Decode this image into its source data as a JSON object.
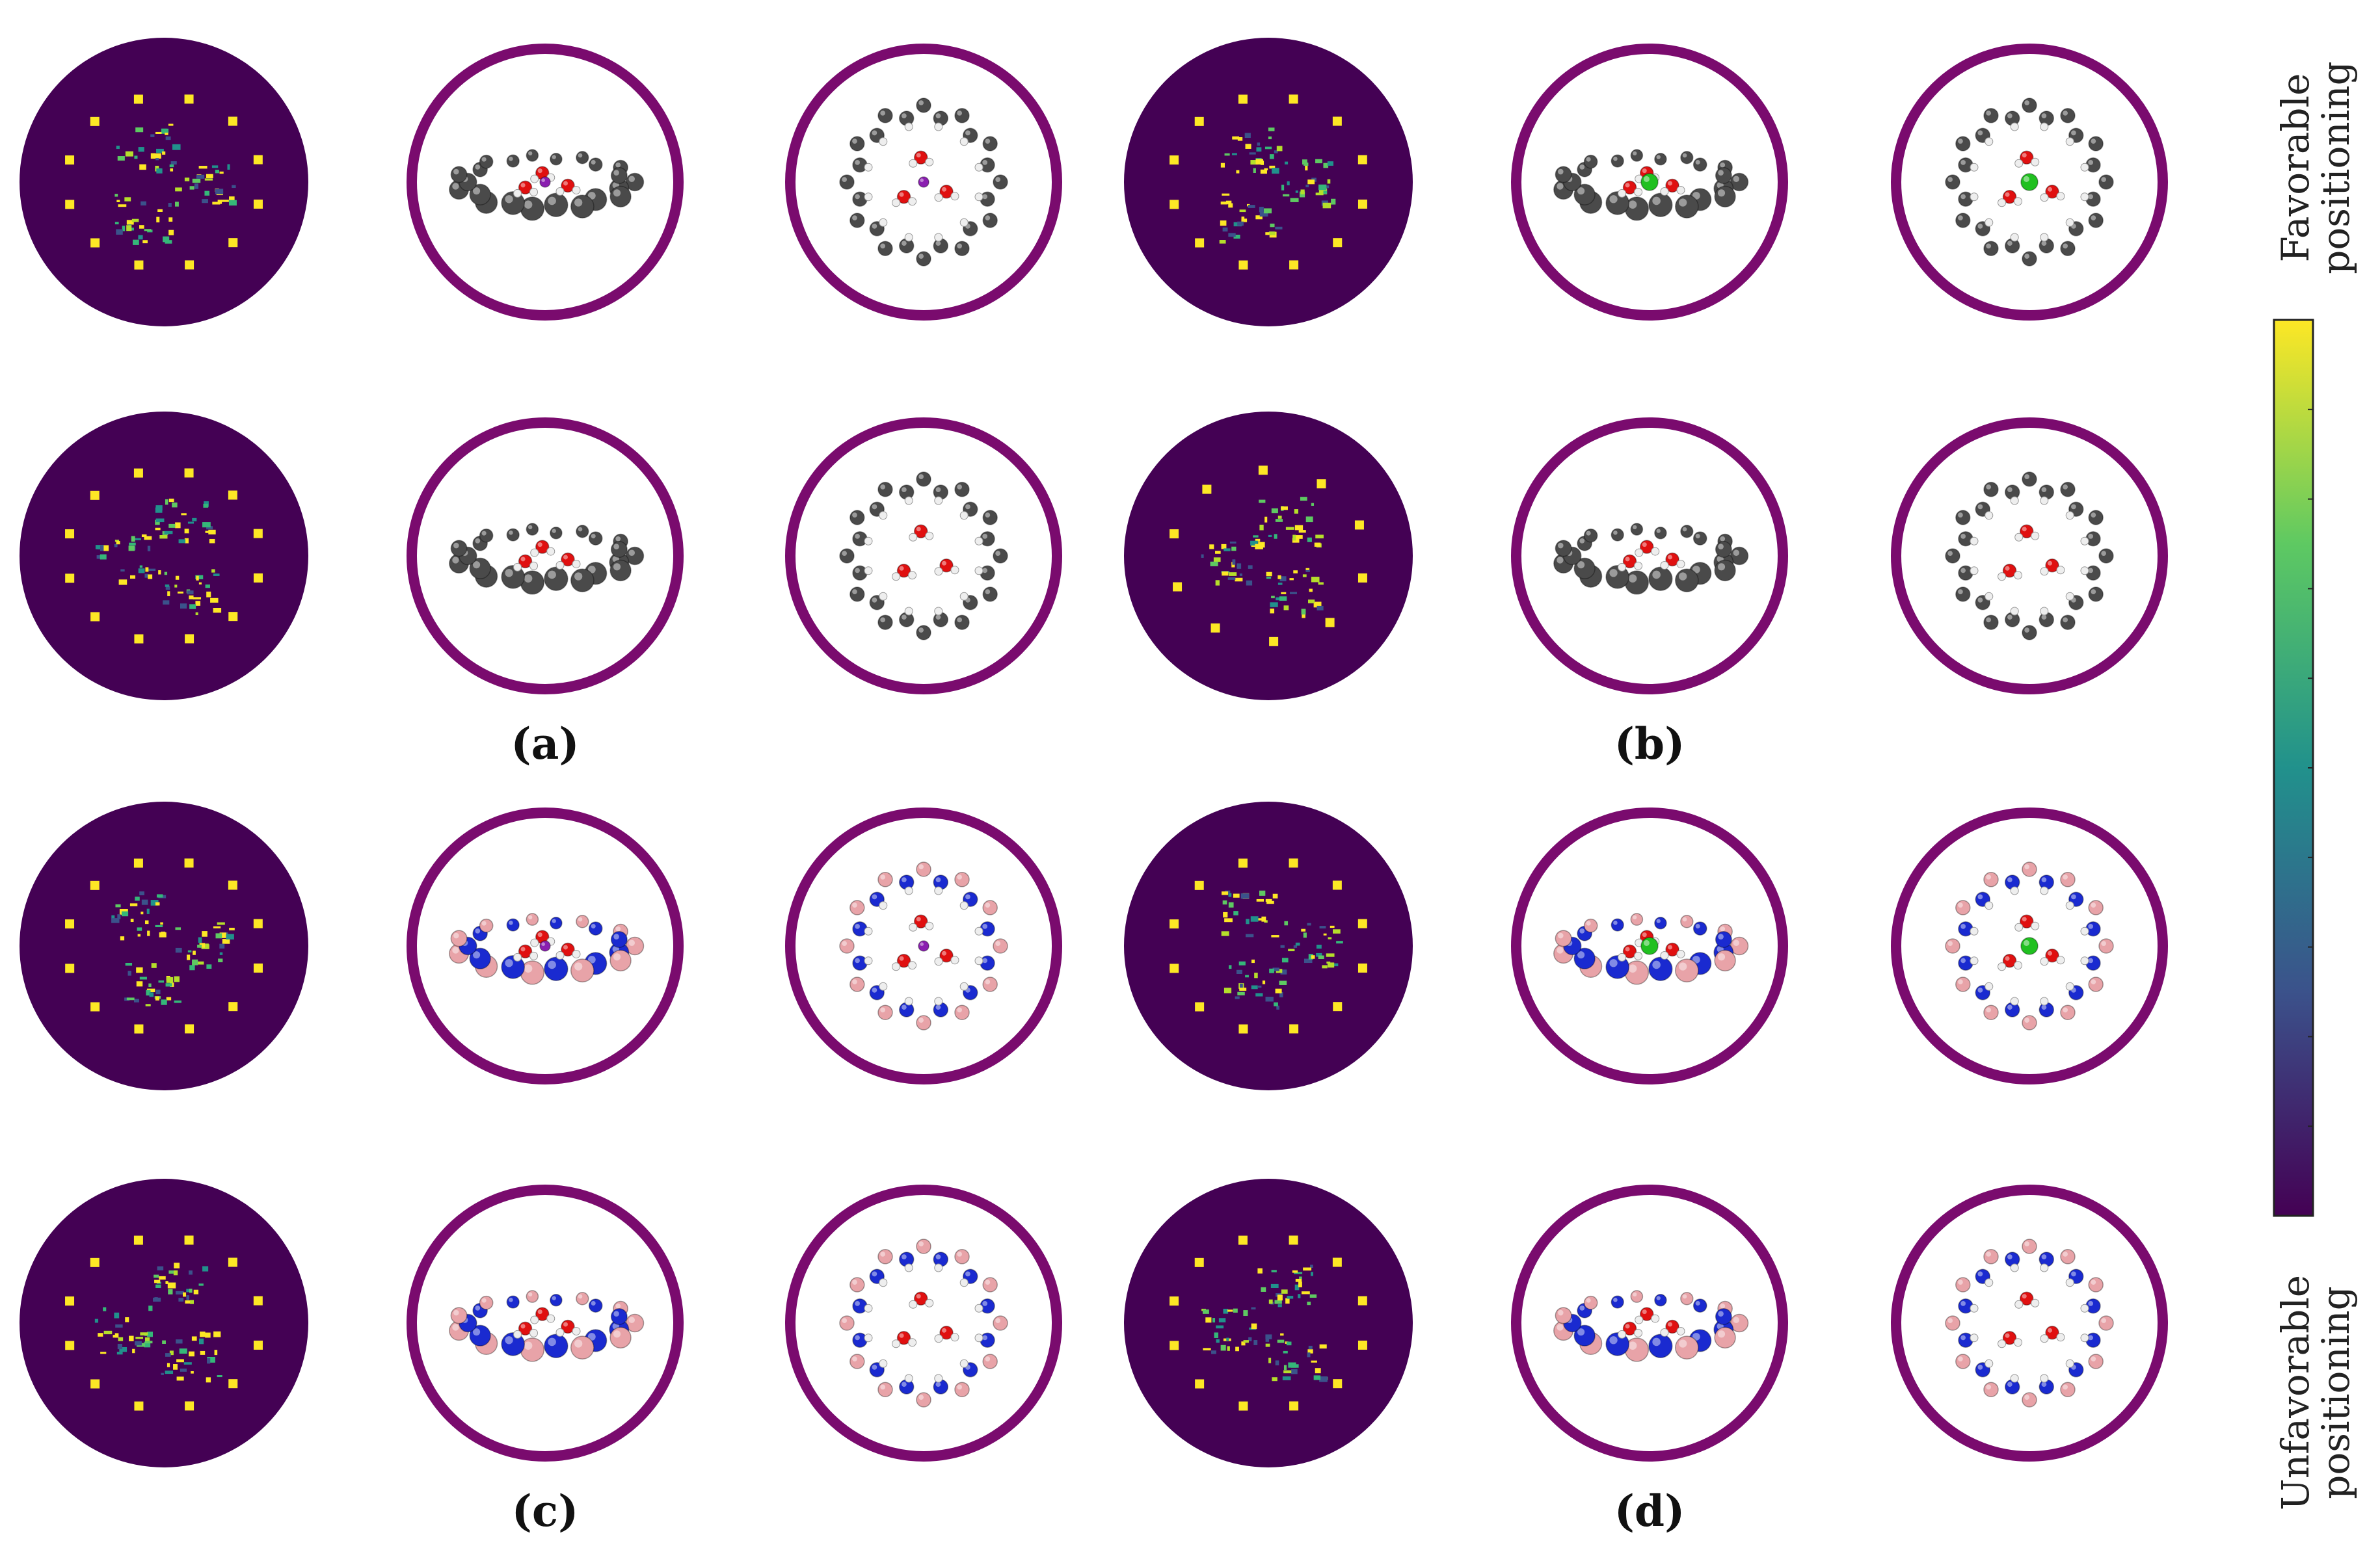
{
  "panel_labels": [
    "(a)",
    "(b)",
    "(c)",
    "(d)"
  ],
  "colorbar": {
    "top_label_line1": "Favorable",
    "top_label_line2": "positioning",
    "bottom_label_line1": "Unfavorable",
    "bottom_label_line2": "positioning",
    "colors": [
      "#440154",
      "#3b528b",
      "#21918c",
      "#5ec962",
      "#fde725"
    ]
  },
  "colors": {
    "ring": "#7a0b6e",
    "map_background": "#440154",
    "carbon": "#4a4a4a",
    "boron": "#e8a3a8",
    "nitrogen": "#1a2ad0",
    "oxygen": "#e01010",
    "hydrogen": "#eeeeee",
    "sodium_ion": "#8a1fb0",
    "chloride_ion": "#20c020"
  }
}
